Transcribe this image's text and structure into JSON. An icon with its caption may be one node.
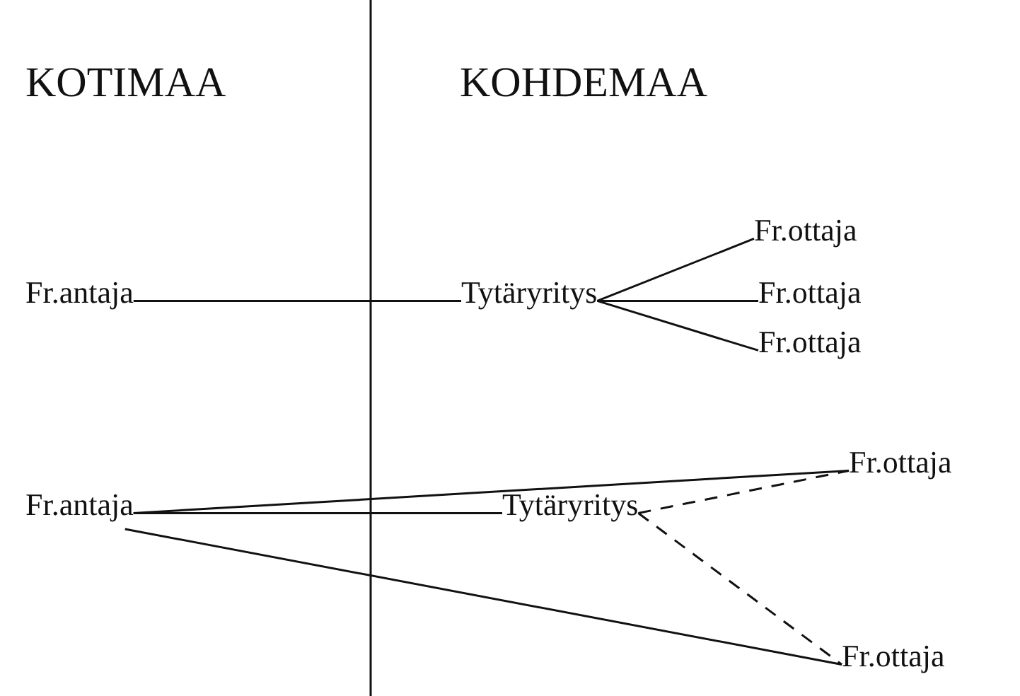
{
  "diagram": {
    "nodes": [
      {
        "text": [
          "Fr.antaja"
        ]
      },
      {
        "text": [
          "Tytäryritys"
        ]
      },
      {
        "text": [
          "Fr.ottaja"
        ]
      },
      {
        "text": [
          "Fr.ottaja"
        ]
      },
      {
        "text": [
          "Fr.ottaja"
        ]
      },
      {
        "text": [
          "Fr.antaja"
        ]
      },
      {
        "text": [
          "Tytäryritys"
        ]
      },
      {
        "text": [
          "Fr.ottaja"
        ]
      },
      {
        "text": [
          "Fr.ottaja"
        ]
      }
    ],
    "edges": [
      {
        "from": 0,
        "to": 1,
        "arrow": "none"
      },
      {
        "from": 1,
        "to": 2,
        "arrow": "none"
      },
      {
        "from": 1,
        "to": 3,
        "arrow": "none"
      },
      {
        "from": 1,
        "to": 4,
        "arrow": "none"
      },
      {
        "from": 5,
        "to": 7,
        "arrow": "none"
      },
      {
        "from": 5,
        "to": 6,
        "arrow": "none"
      },
      {
        "from": 6,
        "to": 7,
        "arrow": "none",
        "style": "dashed"
      },
      {
        "from": 6,
        "to": 8,
        "arrow": "none",
        "style": "dashed"
      },
      {
        "from": 5,
        "to": 8,
        "arrow": "none"
      }
    ],
    "labels": [
      "KOTIMAA",
      "KOHDEMAA"
    ]
  }
}
